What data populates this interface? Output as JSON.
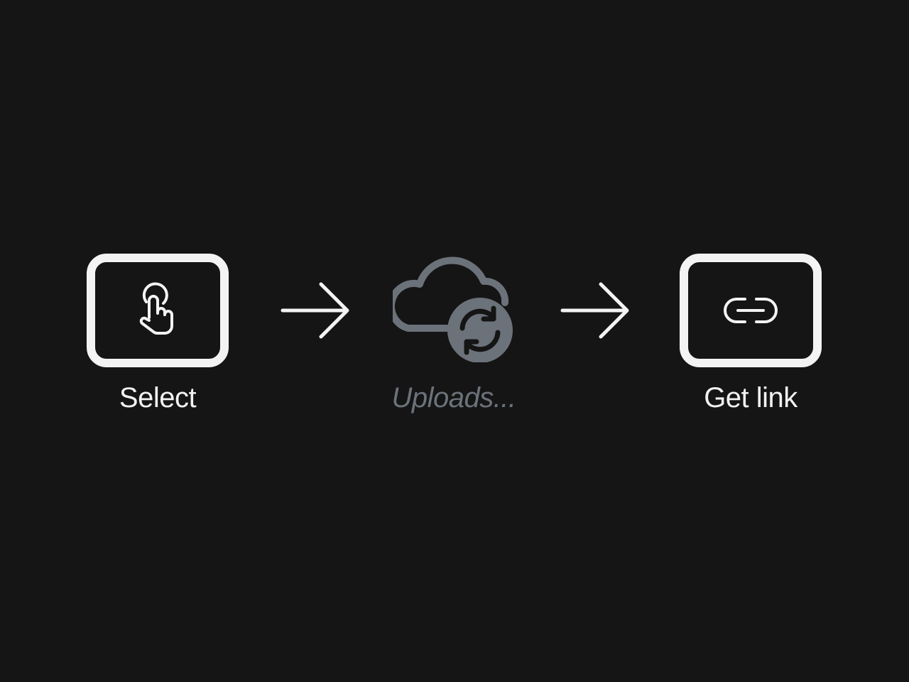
{
  "flow": {
    "steps": [
      {
        "label": "Select",
        "icon": "tap-finger-icon",
        "state": "done"
      },
      {
        "label": "Uploads...",
        "icon": "cloud-sync-icon",
        "state": "in-progress"
      },
      {
        "label": "Get link",
        "icon": "link-icon",
        "state": "done"
      }
    ]
  },
  "colors": {
    "background": "#151515",
    "active": "#f3f3f3",
    "muted": "#6c727a"
  }
}
